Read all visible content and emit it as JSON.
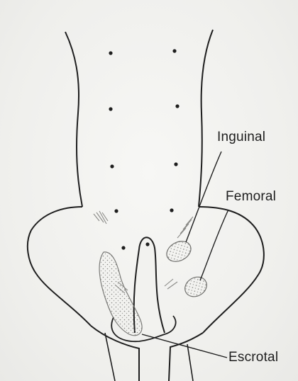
{
  "figure": {
    "labels": {
      "inguinal": "Inguinal",
      "femoral": "Femoral",
      "escrotal": "Escrotal"
    },
    "colors": {
      "ink": "#1e1e1e",
      "background": "#f4f4f2",
      "shading": "#c9c9c6",
      "hatch": "#8a8a87"
    },
    "marks": {
      "abdominal_dots": 10
    }
  }
}
